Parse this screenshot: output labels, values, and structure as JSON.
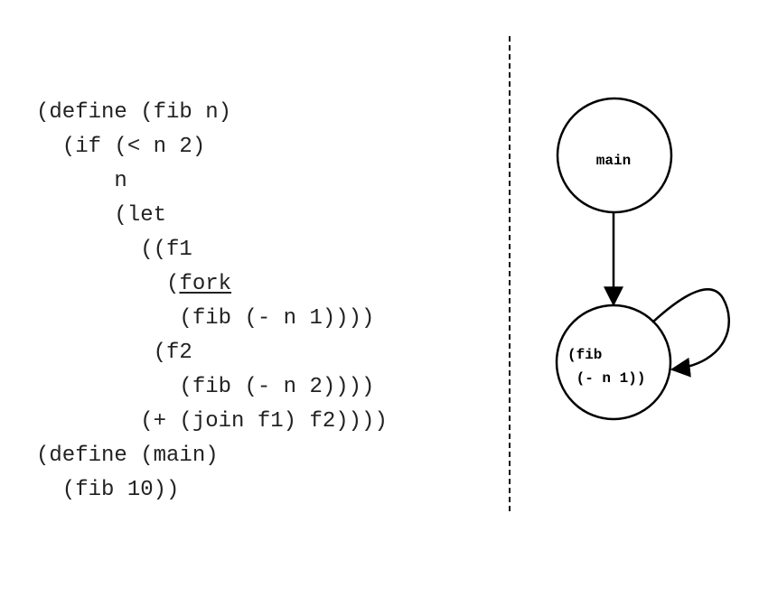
{
  "code": {
    "lines": [
      "(define (fib n)",
      "  (if (< n 2)",
      "      n",
      "      (let",
      "        ((f1",
      "          (",
      "           (fib (- n 1))))",
      "         (f2",
      "           (fib (- n 2))))",
      "        (+ (join f1) f2))))",
      "(define (main)",
      "  (fib 10))"
    ],
    "fork_keyword": "fork"
  },
  "graph": {
    "nodes": [
      {
        "id": "main",
        "label_lines": [
          "main"
        ]
      },
      {
        "id": "fib",
        "label_lines": [
          "(fib",
          " (- n 1))"
        ]
      }
    ],
    "edges": [
      {
        "from": "main",
        "to": "fib"
      },
      {
        "from": "fib",
        "to": "fib"
      }
    ]
  }
}
